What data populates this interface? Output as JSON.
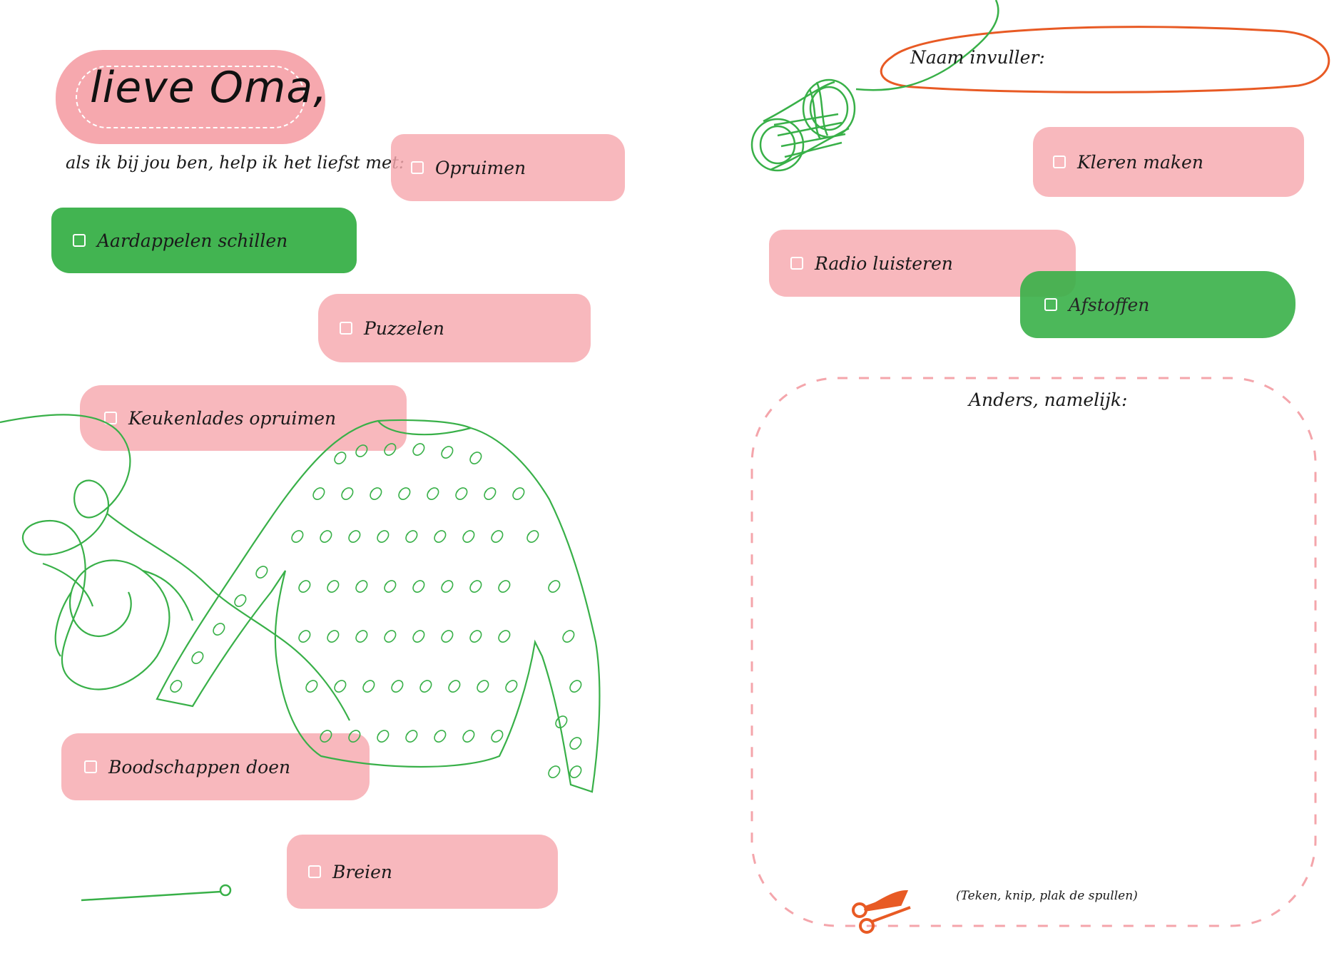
{
  "header": {
    "title": "lieve Oma,",
    "subtitle": "als ik bij jou ben, help ik het liefst met:"
  },
  "name_field": {
    "label": "Naam invuller:"
  },
  "options": [
    {
      "label": "Opruimen",
      "color": "pink",
      "checked": false
    },
    {
      "label": "Aardappelen schillen",
      "color": "green",
      "checked": false
    },
    {
      "label": "Puzzelen",
      "color": "pink",
      "checked": false
    },
    {
      "label": "Keukenlades opruimen",
      "color": "pink",
      "checked": false
    },
    {
      "label": "Boodschappen doen",
      "color": "pink",
      "checked": false
    },
    {
      "label": "Breien",
      "color": "pink",
      "checked": false
    },
    {
      "label": "Kleren maken",
      "color": "pink",
      "checked": false
    },
    {
      "label": "Radio luisteren",
      "color": "pink",
      "checked": false
    },
    {
      "label": "Afstoffen",
      "color": "green",
      "checked": false
    }
  ],
  "other_box": {
    "title": "Anders, namelijk:",
    "footnote": "(Teken, knip, plak de spullen)"
  },
  "colors": {
    "pink": "#f6a8ae",
    "green": "#38b048",
    "orange": "#e85a24",
    "dashed_border": "#f4a5ab"
  },
  "icons": [
    "yarn-ball-icon",
    "sweater-illustration",
    "knitting-needle-icon",
    "scissors-icon"
  ]
}
